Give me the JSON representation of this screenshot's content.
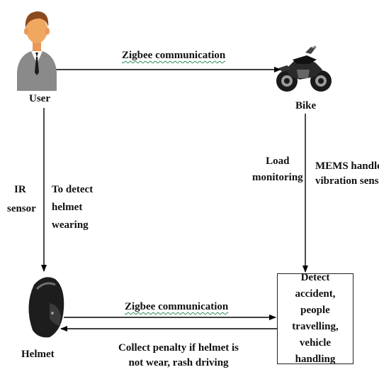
{
  "nodes": {
    "user": "User",
    "bike": "Bike",
    "helmet": "Helmet",
    "process_box": [
      "Detect accident,",
      "people",
      "travelling,",
      "vehicle handling"
    ]
  },
  "edges": {
    "user_bike": "Zigbee communication",
    "helmet_box": "Zigbee communication",
    "box_helmet": [
      "Collect penalty if helmet is",
      "not wear, rash driving"
    ],
    "ir_sensor": [
      "IR",
      "sensor"
    ],
    "detect_helmet": [
      "To detect",
      "helmet",
      "wearing"
    ],
    "load_monitoring": [
      "Load",
      "monitoring"
    ],
    "mems": [
      "MEMS handle ,",
      "vibration sensor"
    ]
  },
  "icons": [
    "user-person-icon",
    "motorbike-icon",
    "helmet-icon"
  ],
  "colors": {
    "line": "#000000",
    "spellcheck_underline": "#2e8b57",
    "person_shirt": "#8a8a8a",
    "person_skin": "#f0a860"
  }
}
